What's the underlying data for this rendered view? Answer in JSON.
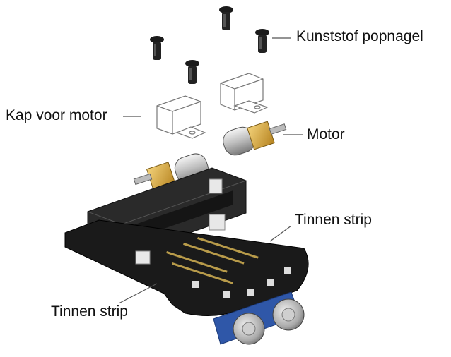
{
  "labels": {
    "rivets": "Kunststof popnagel",
    "motor_cap": "Kap voor motor",
    "motor": "Motor",
    "tin_strip_top": "Tinnen strip",
    "tin_strip_bottom": "Tinnen strip"
  },
  "colors": {
    "chassis": "#1a1a1a",
    "motor_gear_gold": "#d8a93a",
    "ultrasonic_blue": "#2f57a8",
    "leader_line": "#555555"
  }
}
